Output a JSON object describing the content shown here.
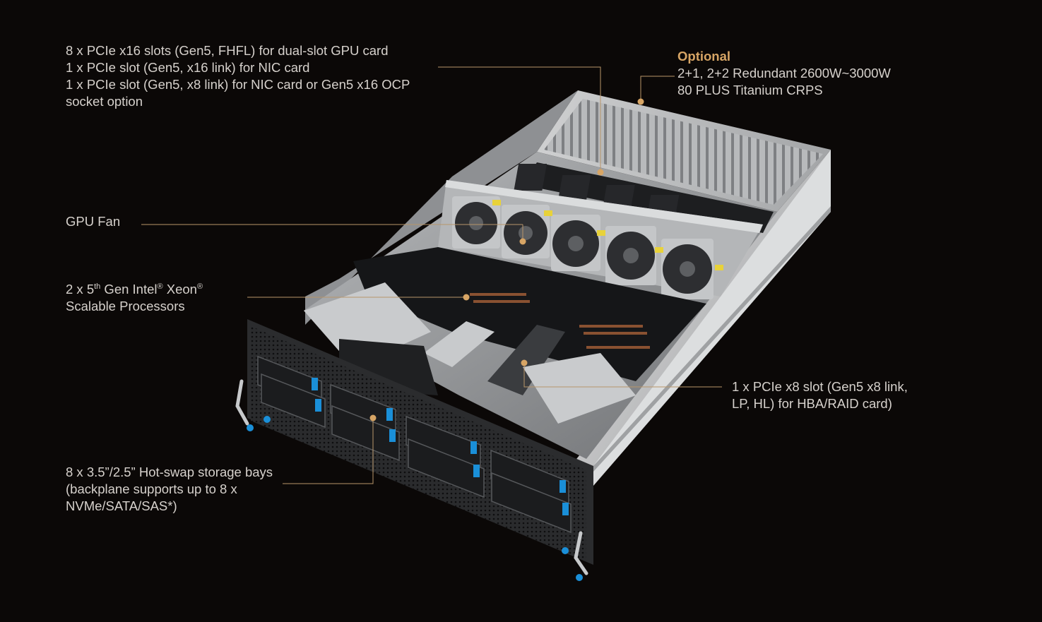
{
  "colors": {
    "background": "#0b0807",
    "text": "#d6d1cc",
    "accent": "#d7a565",
    "leader_line": "#b8966a",
    "drive_tab": "#1a8fd8"
  },
  "callouts": {
    "pcie_slots": {
      "lines": [
        "8 x PCIe x16 slots (Gen5, FHFL) for dual-slot GPU card",
        "1 x PCIe slot (Gen5, x16 link) for NIC card",
        "1 x PCIe slot (Gen5, x8 link) for NIC card or Gen5 x16 OCP",
        "socket option"
      ]
    },
    "power_supply": {
      "title": "Optional",
      "lines": [
        "2+1, 2+2 Redundant 2600W~3000W",
        "80 PLUS Titanium CRPS"
      ]
    },
    "gpu_fan": {
      "lines": [
        "GPU Fan"
      ]
    },
    "processors": {
      "line1_pre": "2 x 5",
      "line1_sup1": "th",
      "line1_mid": " Gen Intel",
      "line1_sup2": "®",
      "line1_mid2": " Xeon",
      "line1_sup3": "®",
      "line2": "Scalable Processors"
    },
    "hba_slot": {
      "lines": [
        "1 x PCIe x8 slot (Gen5 x8 link,",
        "LP, HL) for HBA/RAID card)"
      ]
    },
    "storage_bays": {
      "lines": [
        "8 x 3.5”/2.5” Hot-swap storage bays",
        "(backplane supports up to 8 x",
        "NVMe/SATA/SAS*)"
      ]
    }
  }
}
